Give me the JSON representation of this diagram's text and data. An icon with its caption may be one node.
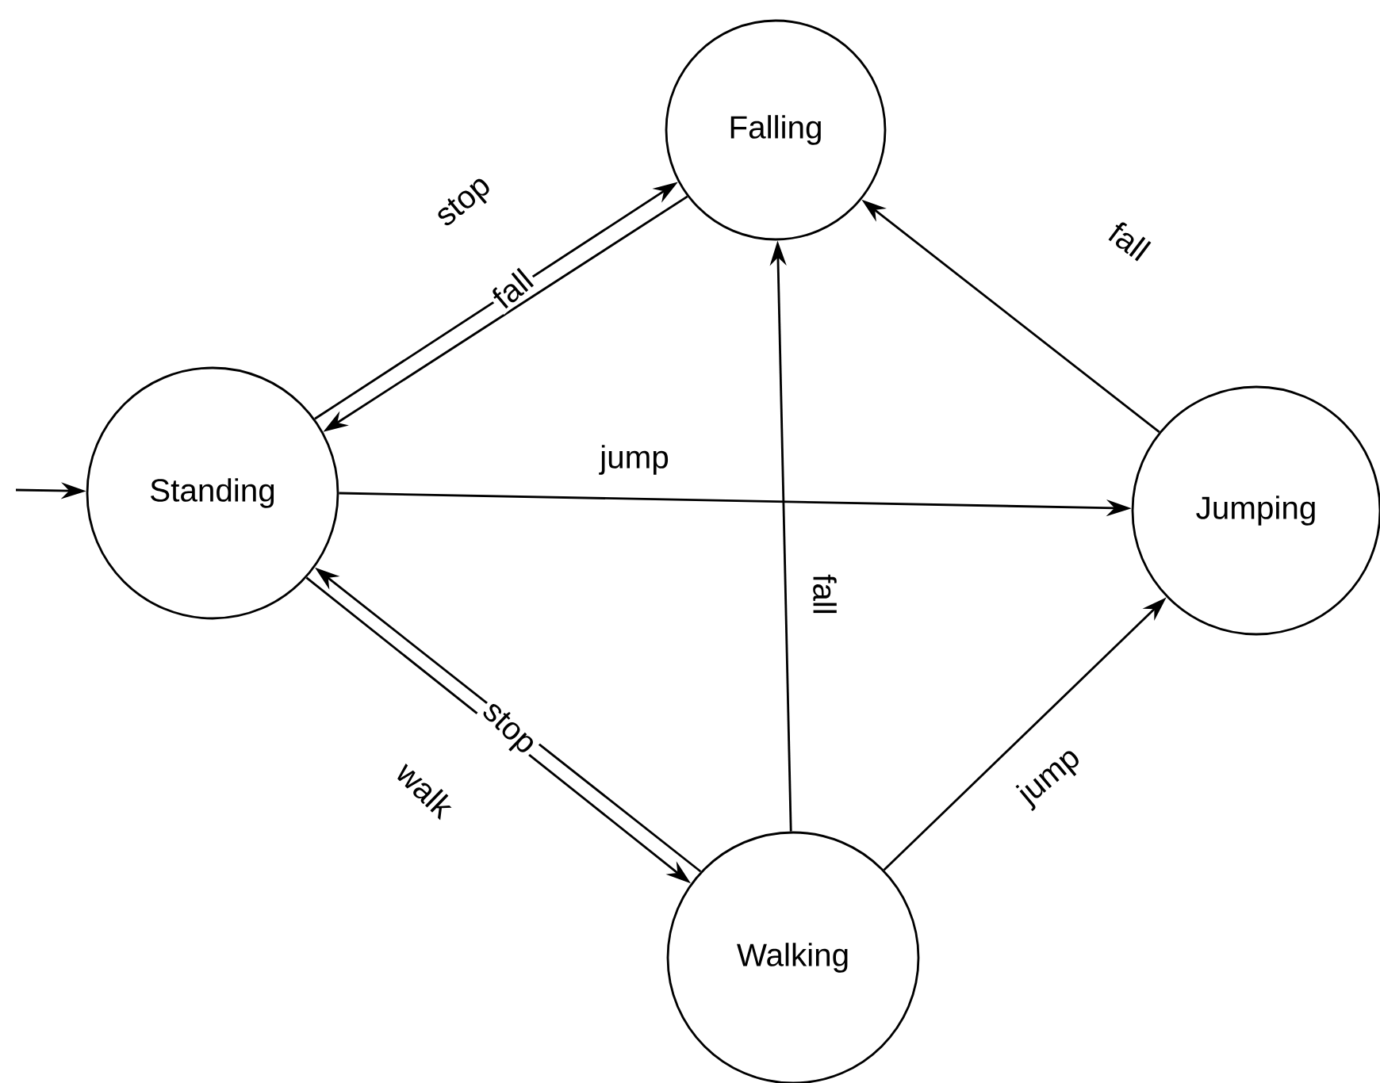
{
  "diagram": {
    "nodes": [
      {
        "text": [
          "Falling"
        ]
      },
      {
        "text": [
          "Standing"
        ]
      },
      {
        "text": [
          "Jumping"
        ]
      },
      {
        "text": [
          "Walking"
        ]
      }
    ],
    "edges": [
      {
        "from": 1,
        "to": 0,
        "arrow": "to",
        "label": "stop"
      },
      {
        "from": 0,
        "to": 1,
        "arrow": "to",
        "label": "fall"
      },
      {
        "from": 1,
        "to": 2,
        "arrow": "to",
        "label": "jump"
      },
      {
        "from": 3,
        "to": 1,
        "arrow": "to",
        "label": "stop"
      },
      {
        "from": 1,
        "to": 3,
        "arrow": "to",
        "label": "walk"
      },
      {
        "from": 3,
        "to": 0,
        "arrow": "to",
        "label": "fall"
      },
      {
        "from": 3,
        "to": 2,
        "arrow": "to",
        "label": "jump"
      },
      {
        "from": 2,
        "to": 0,
        "arrow": "to",
        "label": "fall"
      },
      {
        "from": null,
        "to": 1,
        "arrow": "to"
      }
    ]
  }
}
